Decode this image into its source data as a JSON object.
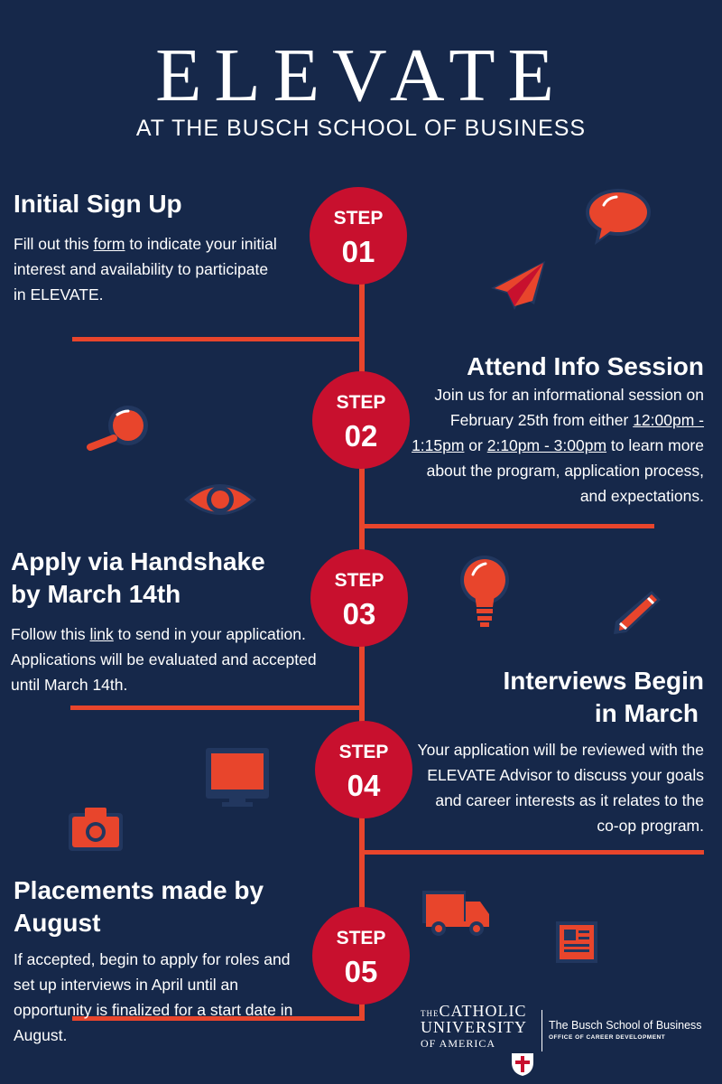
{
  "logo": {
    "title": "ELEVATE",
    "subtitle": "AT THE BUSCH SCHOOL OF BUSINESS"
  },
  "steps": [
    {
      "label": "STEP",
      "number": "01",
      "title": "Initial Sign Up",
      "body_before": "Fill out this ",
      "link": "form",
      "body_after": " to indicate your initial interest and availability to participate in ELEVATE."
    },
    {
      "label": "STEP",
      "number": "02",
      "title": "Attend Info Session",
      "body_before": "Join us for an informational session on February 25th from either ",
      "link1": "12:00pm - 1:15pm",
      "body_mid": " or ",
      "link2": "2:10pm - 3:00pm",
      "body_after": " to learn more about the program, application process, and expectations."
    },
    {
      "label": "STEP",
      "number": "03",
      "title_line1": "Apply via Handshake",
      "title_line2": "by March 14th",
      "body_before": "Follow this ",
      "link": "link",
      "body_after": " to send in your application. Applications will be evaluated and accepted until March 14th."
    },
    {
      "label": "STEP",
      "number": "04",
      "title_line1": "Interviews Begin",
      "title_line2": "in March",
      "body": "Your application will be reviewed with the ELEVATE Advisor to discuss your goals and career interests as it relates to the co-op program."
    },
    {
      "label": "STEP",
      "number": "05",
      "title_line1": "Placements made by",
      "title_line2": "August",
      "body": "If accepted, begin to apply for roles and set up interviews in April until an opportunity is finalized for a start date in August."
    }
  ],
  "footer": {
    "the": "THE",
    "catholic": "CATHOLIC",
    "university": "UNIVERSITY",
    "of_america": "OF AMERICA",
    "school": "The Busch School of Business",
    "office": "OFFICE OF CAREER DEVELOPMENT"
  },
  "colors": {
    "background": "#16284a",
    "accent": "#e8452c",
    "step_circle": "#c8102e"
  },
  "icons": [
    "speech-bubble-icon",
    "paper-plane-icon",
    "magnifier-icon",
    "eye-icon",
    "light-bulb-icon",
    "pencil-icon",
    "monitor-icon",
    "camera-icon",
    "truck-icon",
    "newspaper-icon"
  ]
}
